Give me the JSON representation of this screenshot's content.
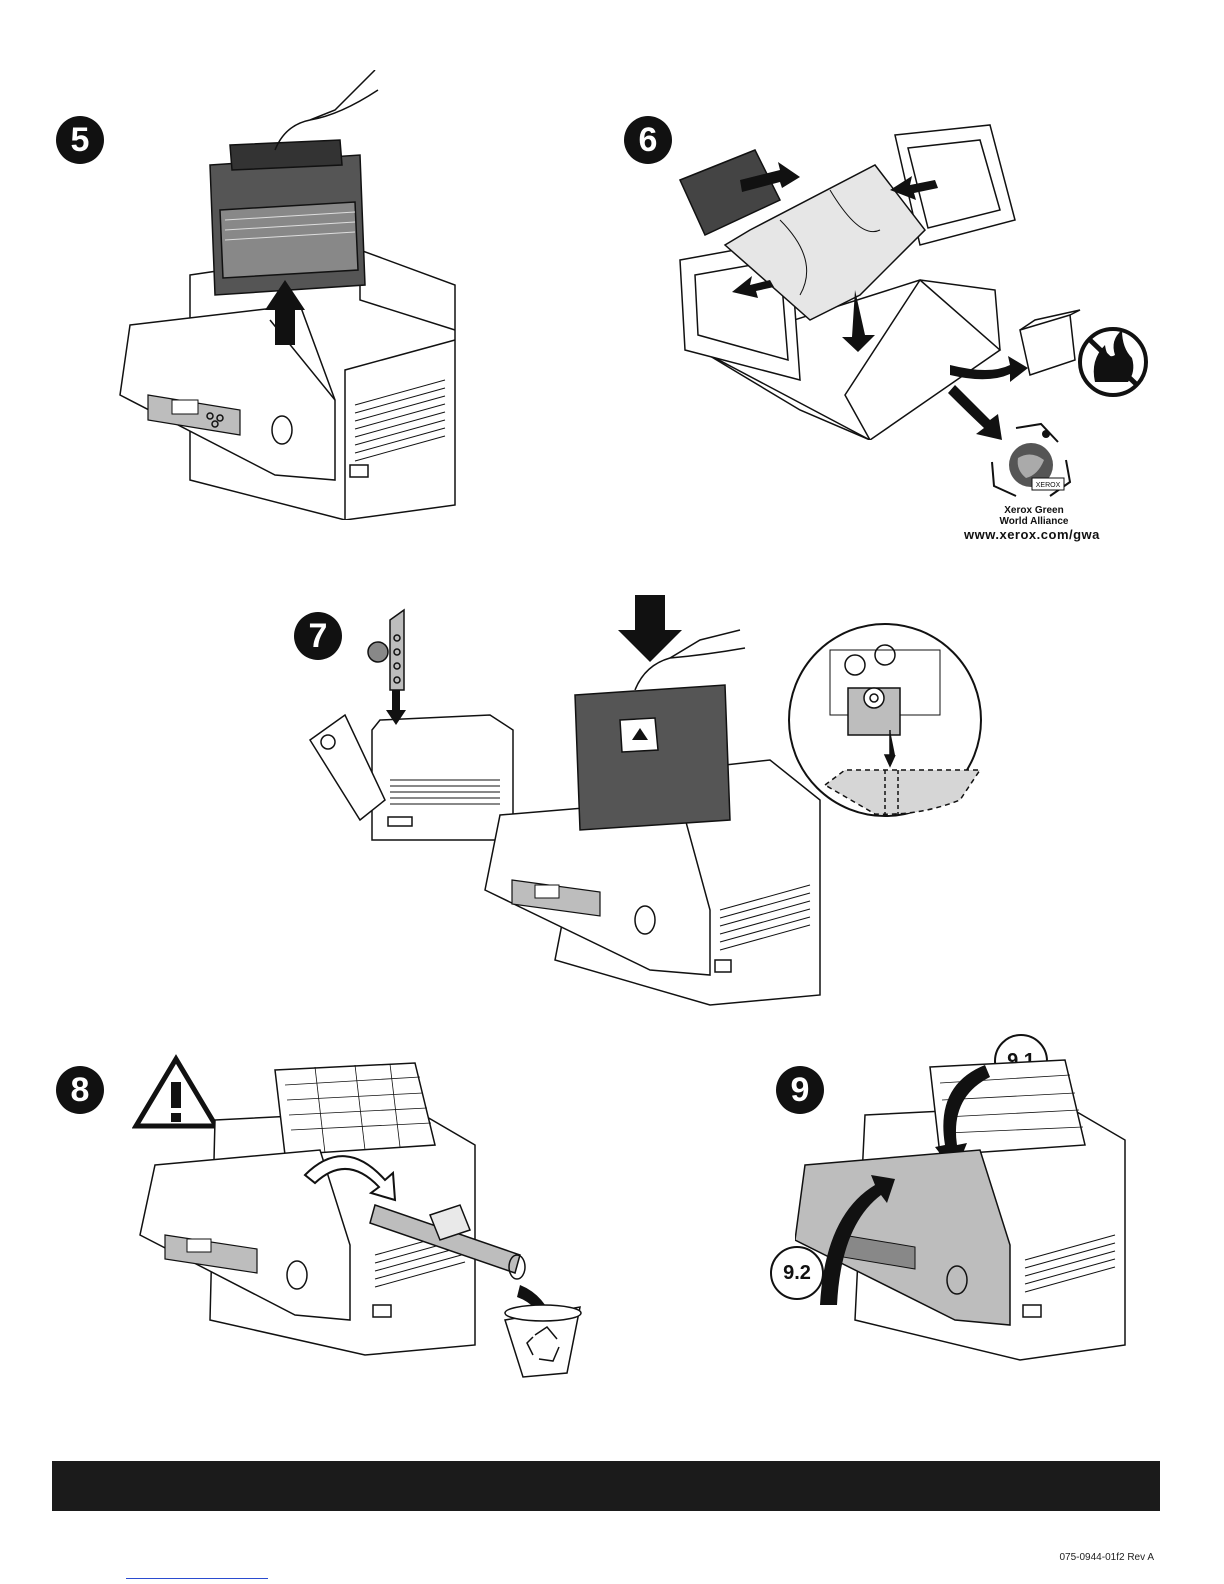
{
  "steps": [
    {
      "number": "5"
    },
    {
      "number": "6"
    },
    {
      "number": "7"
    },
    {
      "number": "8"
    },
    {
      "number": "9",
      "substeps": [
        "9.1",
        "9.2"
      ]
    }
  ],
  "gwa": {
    "line1": "Xerox Green",
    "line2": "World Alliance",
    "url": "www.xerox.com/gwa",
    "logo_text": "XEROX"
  },
  "footer": {
    "part_number": "075-0944-01f2 Rev A"
  },
  "colors": {
    "ink": "#111111",
    "gray_fill": "#bdbdbd",
    "light_fill": "#e9e9e9",
    "footer_bar": "#1b1b1b"
  },
  "icons": [
    "warning-triangle-icon",
    "no-fire-icon",
    "recycle-icon",
    "arrow-icon"
  ]
}
